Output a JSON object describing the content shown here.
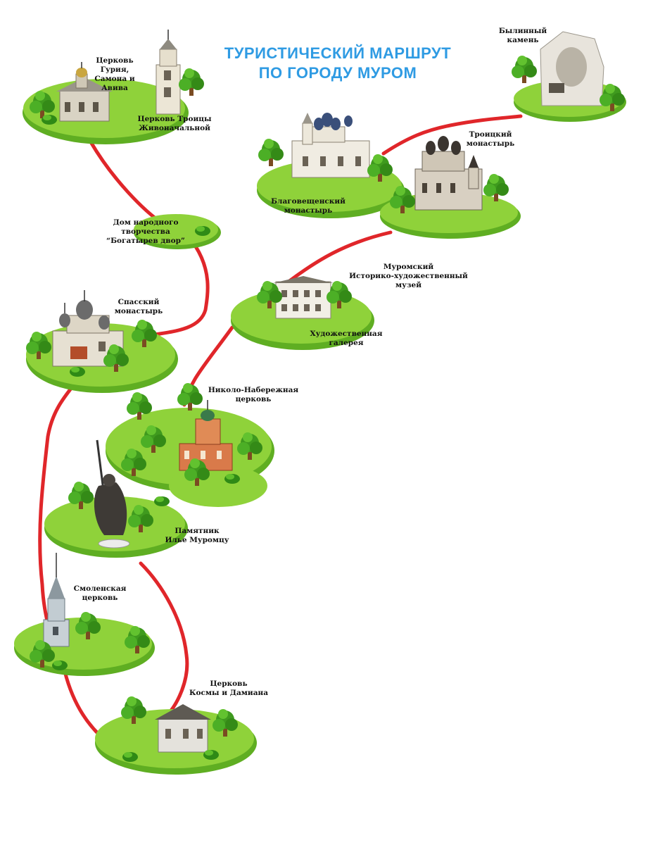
{
  "title": {
    "line1": "ТУРИСТИЧЕСКИЙ МАРШРУТ",
    "line2": "ПО ГОРОДУ МУРОМ"
  },
  "colors": {
    "title": "#2f9be3",
    "route": "#e0262a",
    "lawn": "#8fd23a",
    "lawn_shadow": "#5fae22",
    "tree": "#3f9a1e",
    "trunk": "#7a4b22"
  },
  "icons": [
    "church-icon",
    "bell-tower-icon",
    "monastery-icon",
    "museum-icon",
    "monument-icon",
    "stone-icon",
    "tree-icon"
  ],
  "places": [
    {
      "id": "church-guriya",
      "label": "Церковь\nГурия,\nСамона и\nАвива",
      "icon": "church-icon"
    },
    {
      "id": "church-troitsy",
      "label": "Церковь Троицы\nЖивоначальной",
      "icon": "bell-tower-icon"
    },
    {
      "id": "bylinny-kamen",
      "label": "Былинный\nкамень",
      "icon": "stone-icon"
    },
    {
      "id": "troitsky-monastery",
      "label": "Троицкий\nмонастырь",
      "icon": "monastery-icon"
    },
    {
      "id": "blagoveshchensky-monastery",
      "label": "Благовещенский\nмонастырь",
      "icon": "monastery-icon"
    },
    {
      "id": "dom-tvorchestva",
      "label": "Дом народного\nтворчества\n“Богатырев двор”",
      "icon": ""
    },
    {
      "id": "murom-museum",
      "label": "Муромский\nИсторико-художественный\nмузей",
      "icon": "museum-icon"
    },
    {
      "id": "art-gallery",
      "label": "Художественная\nгалерея",
      "icon": "museum-icon"
    },
    {
      "id": "spassky-monastery",
      "label": "Спасский\nмонастырь",
      "icon": "monastery-icon"
    },
    {
      "id": "nikolo-naberezhnaya",
      "label": "Николо-Набережная\nцерковь",
      "icon": "church-icon"
    },
    {
      "id": "ilya-muromets-monument",
      "label": "Памятник\nИлье Муромцу",
      "icon": "monument-icon"
    },
    {
      "id": "smolenskaya-church",
      "label": "Смоленская\nцерковь",
      "icon": "bell-tower-icon"
    },
    {
      "id": "kosmy-damiana-church",
      "label": "Церковь\nКосмы и Дамиана",
      "icon": "church-icon"
    }
  ]
}
